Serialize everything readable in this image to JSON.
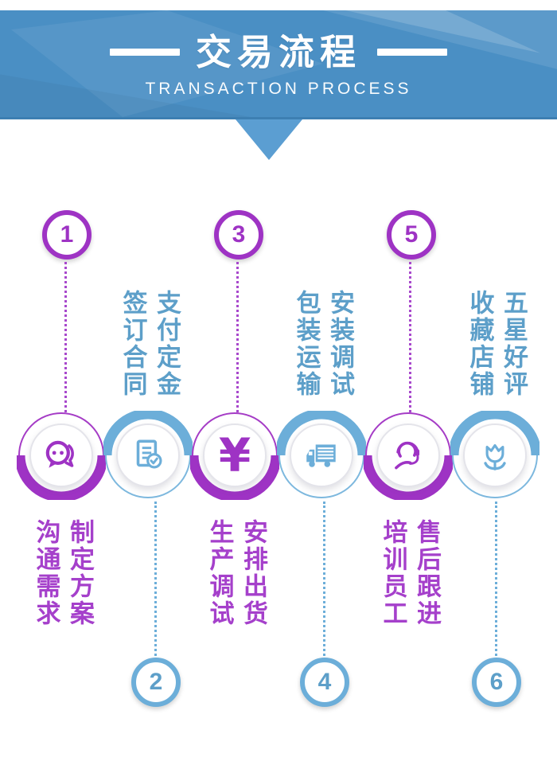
{
  "header": {
    "title": "交易流程",
    "subtitle": "TRANSACTION PROCESS",
    "banner_color": "#4a8fc4",
    "triangle_color": "#5b9ed2"
  },
  "colors": {
    "purple_accent": "#9e33c4",
    "blue_accent": "#6caed9",
    "purple_label": "#a540cb",
    "blue_label": "#5d9fc9"
  },
  "steps": [
    {
      "number": "1",
      "color": "purple",
      "icon": "chat-bubbles-icon",
      "label_left": "沟通需求",
      "label_right": "制定方案",
      "label_position": "below-circle"
    },
    {
      "number": "2",
      "color": "blue",
      "icon": "document-check-icon",
      "label_left": "签订合同",
      "label_right": "支付定金",
      "label_position": "above-circle"
    },
    {
      "number": "3",
      "color": "purple",
      "icon": "yuan-icon",
      "icon_glyph": "¥",
      "label_left": "生产调试",
      "label_right": "安排出货",
      "label_position": "below-circle"
    },
    {
      "number": "4",
      "color": "blue",
      "icon": "truck-icon",
      "label_left": "包装运输",
      "label_right": "安装调试",
      "label_position": "above-circle"
    },
    {
      "number": "5",
      "color": "purple",
      "icon": "headset-agent-icon",
      "label_left": "培训员工",
      "label_right": "售后跟进",
      "label_position": "below-circle"
    },
    {
      "number": "6",
      "color": "blue",
      "icon": "tulip-icon",
      "label_left": "收藏店铺",
      "label_right": "五星好评",
      "label_position": "above-circle"
    }
  ]
}
